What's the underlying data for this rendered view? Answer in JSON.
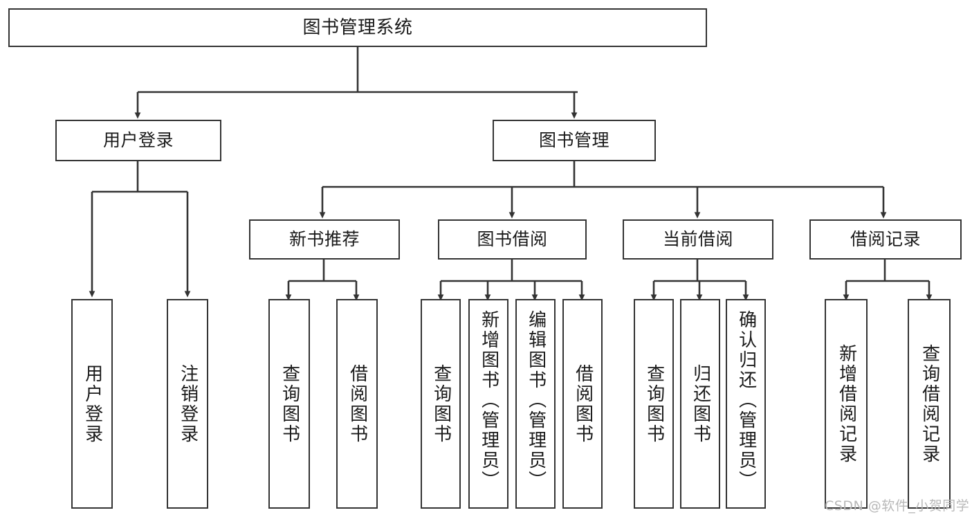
{
  "diagram": {
    "title": "图书管理系统",
    "type": "hierarchy-tree",
    "orientation": "top-down",
    "colors": {
      "background": "#ffffff",
      "node_border": "#333333",
      "node_fill": "#ffffff",
      "link": "#333333",
      "text": "#1a1a1a",
      "watermark": "#b8b8b8"
    },
    "root": {
      "label": "图书管理系统",
      "level": 0
    },
    "level1": [
      {
        "label": "用户登录",
        "level": 1
      },
      {
        "label": "图书管理",
        "level": 1
      }
    ],
    "level2": [
      {
        "label": "新书推荐",
        "level": 2,
        "parent": "图书管理"
      },
      {
        "label": "图书借阅",
        "level": 2,
        "parent": "图书管理"
      },
      {
        "label": "当前借阅",
        "level": 2,
        "parent": "图书管理"
      },
      {
        "label": "借阅记录",
        "level": 2,
        "parent": "图书管理"
      }
    ],
    "leaves": {
      "user_login": [
        {
          "label": "用户登录"
        },
        {
          "label": "注销登录"
        }
      ],
      "new_book_rec": [
        {
          "label": "查询图书"
        },
        {
          "label": "借阅图书"
        }
      ],
      "book_borrow": [
        {
          "label": "查询图书"
        },
        {
          "label": "新增图书（管理员）"
        },
        {
          "label": "编辑图书（管理员）"
        },
        {
          "label": "借阅图书"
        }
      ],
      "current_borrow": [
        {
          "label": "查询图书"
        },
        {
          "label": "归还图书"
        },
        {
          "label": "确认归还（管理员）"
        }
      ],
      "borrow_record": [
        {
          "label": "新增借阅记录"
        },
        {
          "label": "查询借阅记录"
        }
      ]
    },
    "watermark": "CSDN @软件_小贺同学"
  }
}
